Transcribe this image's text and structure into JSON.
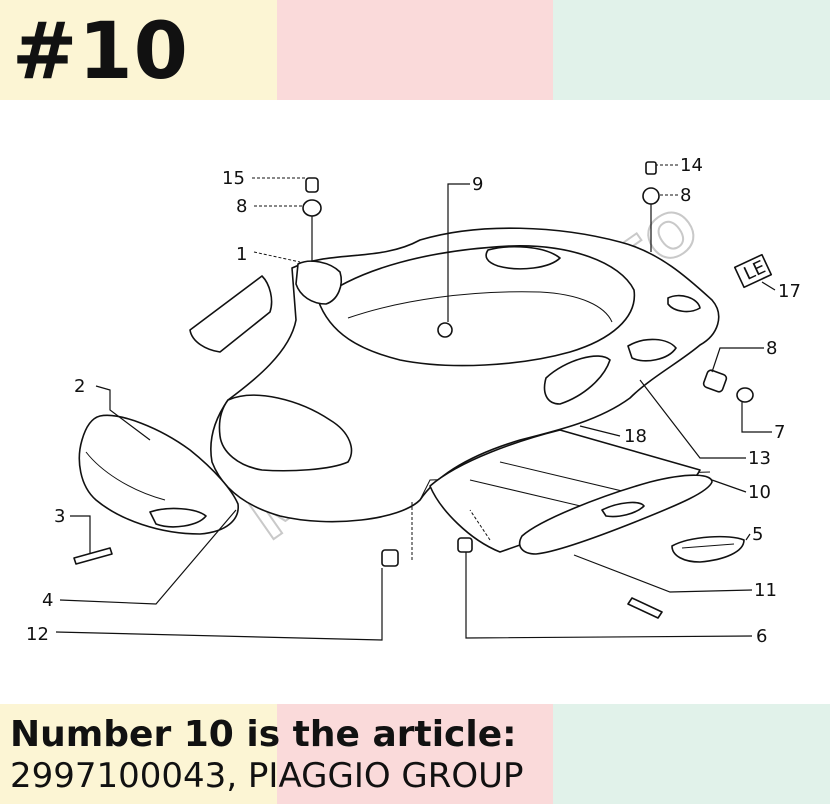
{
  "header": {
    "title": "#10"
  },
  "caption": {
    "heading": "Number 10 is the article:",
    "article": "2997100043, PIAGGIO GROUP"
  },
  "diagram": {
    "callouts": [
      "1",
      "2",
      "3",
      "4",
      "5",
      "6",
      "7",
      "8",
      "8",
      "8",
      "9",
      "10",
      "11",
      "12",
      "13",
      "14",
      "15",
      "17",
      "18"
    ],
    "part_tag": "LE",
    "watermark": "MOTOMERCATO"
  },
  "colors": {
    "band_yellow": "#fcf5d4",
    "band_pink": "#fadada",
    "band_mint": "#e1f2ea",
    "ink": "#111111"
  }
}
